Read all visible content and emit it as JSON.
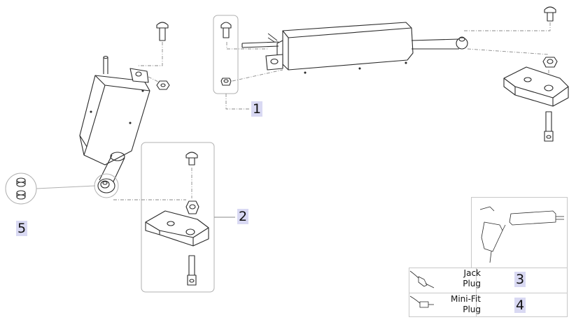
{
  "callouts": {
    "c1": "1",
    "c2": "2",
    "c3": "3",
    "c4": "4",
    "c5": "5"
  },
  "legend": {
    "row1_label_line1": "Jack",
    "row1_label_line2": "Plug",
    "row2_label_line1": "Mini-Fit",
    "row2_label_line2": "Plug"
  },
  "colors": {
    "line": "#2a2a2a",
    "leader": "#8a8a8a",
    "group_box": "#b0b0b0",
    "callout_bg": "#d9d9f3"
  }
}
